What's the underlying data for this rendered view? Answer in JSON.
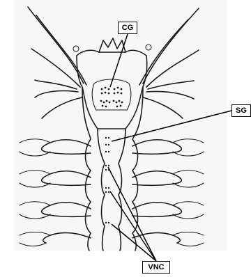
{
  "diagram": {
    "labels": {
      "cg": "CG",
      "sg": "SG",
      "vnc": "VNC"
    }
  }
}
